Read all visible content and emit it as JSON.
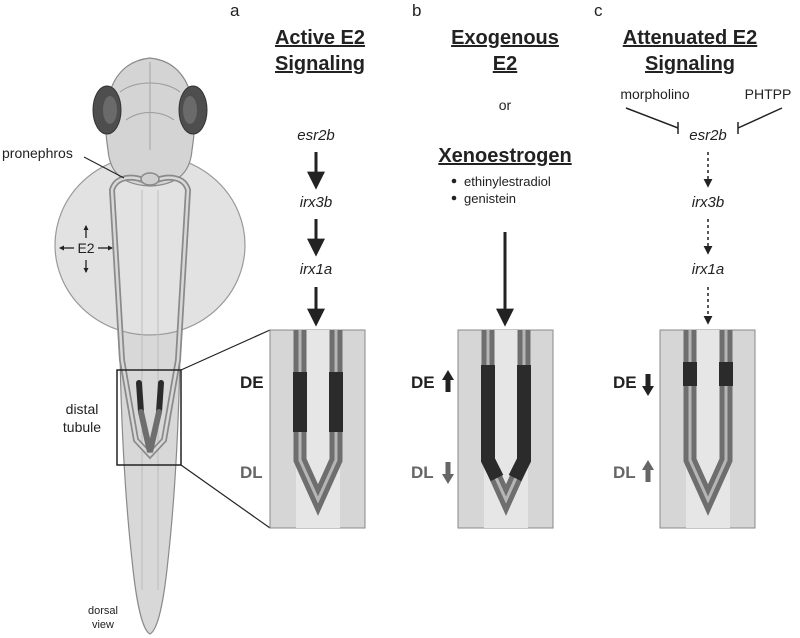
{
  "panels": {
    "a": {
      "letter": "a",
      "title_line1": "Active E2",
      "title_line2": "Signaling",
      "genes": [
        "esr2b",
        "irx3b",
        "irx1a"
      ],
      "de": "DE",
      "dl": "DL"
    },
    "b": {
      "letter": "b",
      "title_line1": "Exogenous",
      "title_line2": "E2",
      "or": "or",
      "xeno_title": "Xenoestrogen",
      "xeno_items": [
        "ethinylestradiol",
        "genistein"
      ],
      "de": "DE",
      "dl": "DL"
    },
    "c": {
      "letter": "c",
      "title_line1": "Attenuated E2",
      "title_line2": "Signaling",
      "inhibitor_left": "morpholino",
      "inhibitor_right": "PHTPP",
      "genes": [
        "esr2b",
        "irx3b",
        "irx1a"
      ],
      "de": "DE",
      "dl": "DL"
    }
  },
  "fish": {
    "pronephros_label": "pronephros",
    "e2_label": "E2",
    "distal_line1": "distal",
    "distal_line2": "tubule",
    "view_line1": "dorsal",
    "view_line2": "view"
  },
  "colors": {
    "fish_body": "#d6d6d6",
    "yolk": "#e3e3e3",
    "eye": "#555555",
    "tubule_dark": "#2b2b2b",
    "tubule_gray": "#6e6e6e",
    "arrow_gray": "#666666"
  }
}
